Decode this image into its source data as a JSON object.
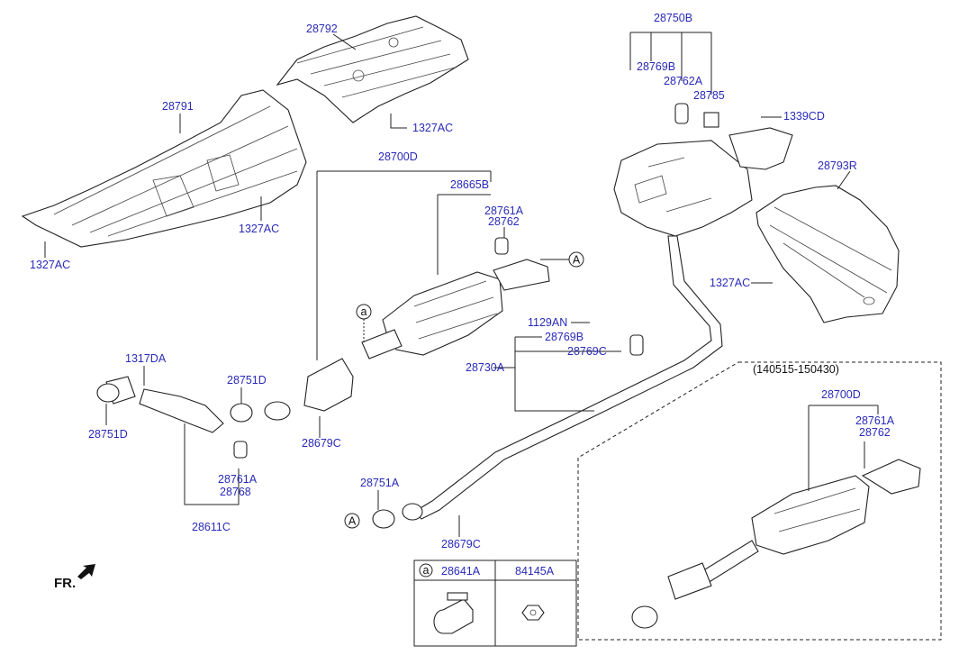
{
  "labels": {
    "p28792": "28792",
    "p28791": "28791",
    "p1327AC_a": "1327AC",
    "p1327AC_b": "1327AC",
    "p1327AC_c": "1327AC",
    "p1327AC_d": "1327AC",
    "p28700D_main": "28700D",
    "p28665B": "28665B",
    "p28761A_a": "28761A",
    "p28762_a": "28762",
    "p28750B": "28750B",
    "p28769B_a": "28769B",
    "p28762A": "28762A",
    "p28785": "28785",
    "p1339CD": "1339CD",
    "p28793R": "28793R",
    "p1129AN": "1129AN",
    "p28769B_b": "28769B",
    "p28769C": "28769C",
    "p28730A": "28730A",
    "p1317DA": "1317DA",
    "p28751D_a": "28751D",
    "p28751D_b": "28751D",
    "p28679C_a": "28679C",
    "p28761A_b": "28761A",
    "p28768": "28768",
    "p28611C": "28611C",
    "p28751A": "28751A",
    "p28679C_b": "28679C",
    "p28700D_inset": "28700D",
    "p28761A_c": "28761A",
    "p28762_c": "28762"
  },
  "inset": {
    "date_range": "(140515-150430)"
  },
  "callouts": {
    "A_upper": "A",
    "A_lower": "A",
    "a_marker": "a"
  },
  "legend": {
    "key": "a",
    "col1": "28641A",
    "col2": "84145A"
  },
  "direction": {
    "text": "FR."
  },
  "colors": {
    "part_number_text": "#2a2ab8",
    "linework": "#222222"
  }
}
